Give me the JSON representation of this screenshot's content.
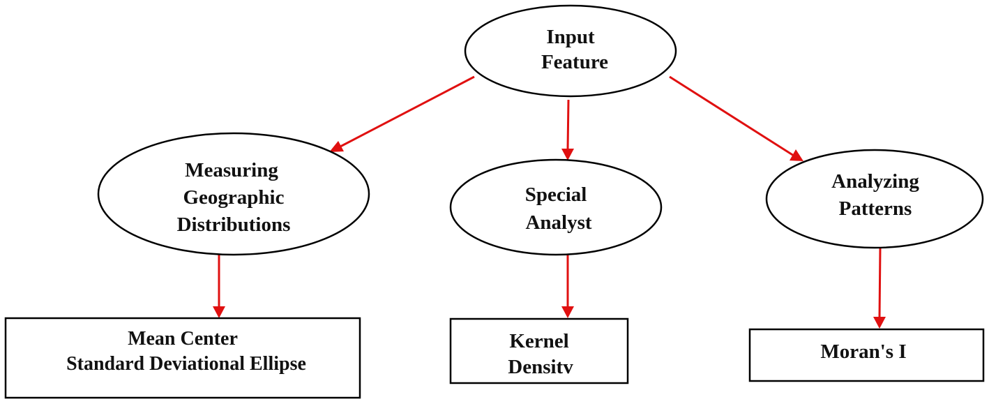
{
  "nodes": {
    "input": {
      "lines": [
        "Input",
        "Feature"
      ]
    },
    "measuring": {
      "lines": [
        "Measuring",
        "Geographic",
        "Distributions"
      ]
    },
    "special": {
      "lines": [
        "Special",
        "Analyst"
      ]
    },
    "analyzing": {
      "lines": [
        "Analyzing",
        "Patterns"
      ]
    },
    "mean_center": {
      "lines": [
        "Mean Center",
        "Standard Deviational Ellipse"
      ]
    },
    "kernel": {
      "lines": [
        "Kernel",
        "Densitv"
      ]
    },
    "moran": {
      "lines": [
        "Moran's I"
      ]
    }
  },
  "colors": {
    "arrow": "#e01010",
    "stroke": "#000000",
    "text": "#111111"
  }
}
